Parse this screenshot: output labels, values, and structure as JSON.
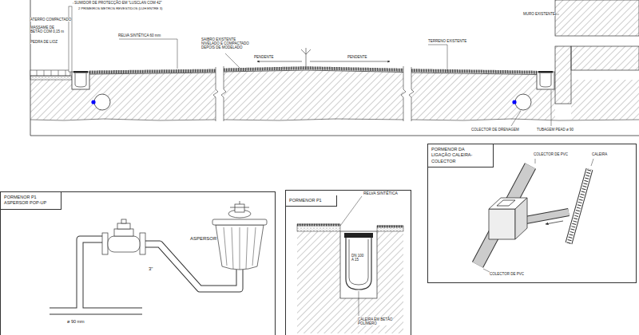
{
  "diagram": {
    "nodes": [
      {
        "text": [
          "PORMENOR P1",
          "ASPERSOR POP-UP"
        ]
      },
      {
        "text": [
          "PORMENOR P1"
        ]
      },
      {
        "text": [
          "PORMENOR DA LIGAÇÃO CALEIRA-COLECTOR"
        ]
      }
    ],
    "labels": [
      "ATERRO COMPACTADO",
      "MASSAME DE BETÃO COM 0,15 m",
      "PEDRA DE LIOZ",
      "SUMIDOR DE PROTECÇÃO EM \"LUSCLAN COM 42\"",
      "2 PRIMEIROS METROS REVESTIDOS (LUH ENTRE 3)",
      "RELVA SINTÉTICA 60 mm",
      "SAIBRO EXISTENTE NIVELADO E COMPACTADO DEPOIS DE MODELADO",
      "PENDENTE",
      "PENDENTE",
      "TERRENO EXISTENTE",
      "MURO EXISTENTE",
      "COLECTOR DE DRENAGEM",
      "TUBAGEM PEAD ø 90",
      "ASPERSOR",
      "3\"",
      "ø 90 mm",
      "RELVA SINTÉTICA",
      "DN 100 A 15",
      "CALEIRA EM BETÃO POLÍMERO",
      "COLECTOR DE PVC",
      "CALEIRA",
      "COLECTOR DE PVC"
    ]
  }
}
